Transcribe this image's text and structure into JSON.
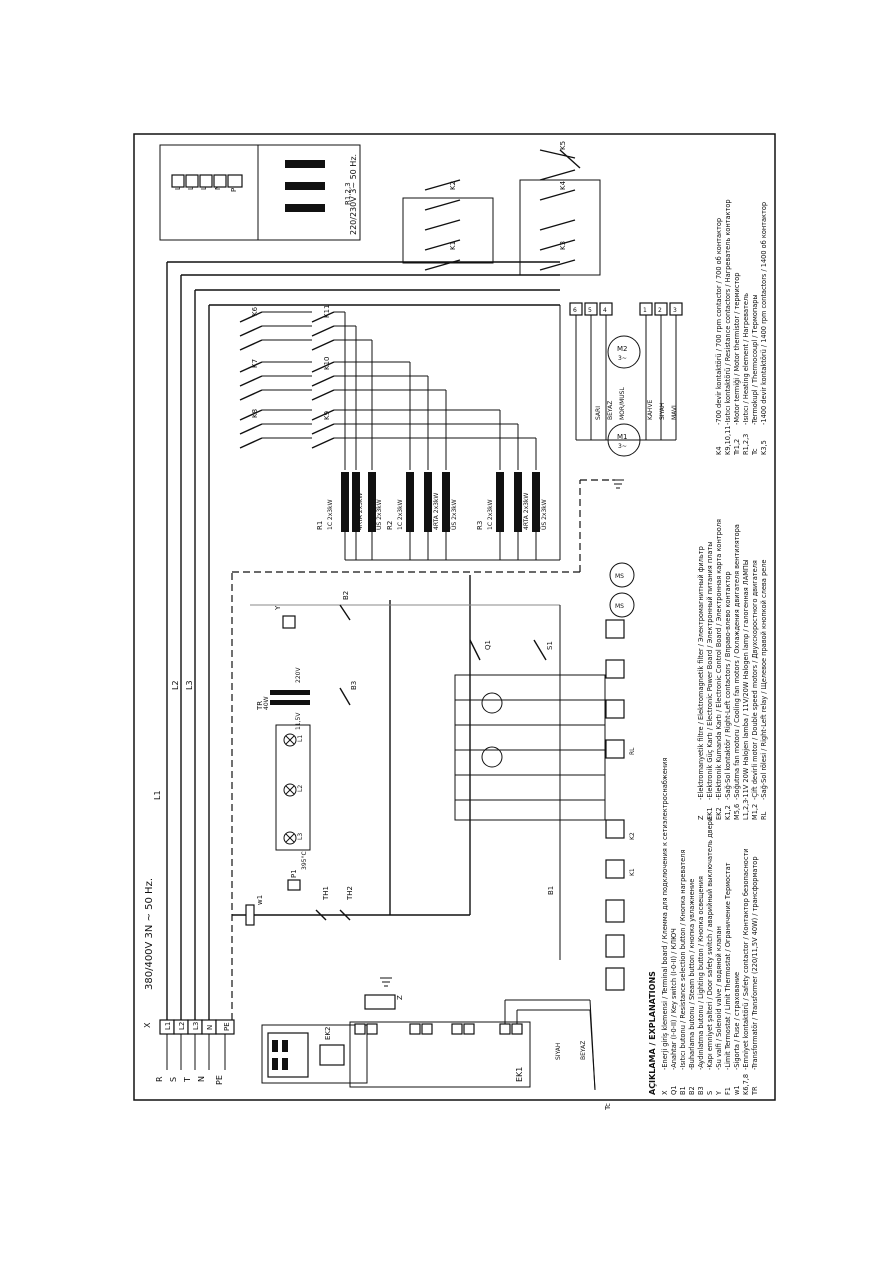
{
  "supply": {
    "main": "380/400V  3N  ~  50 Hz.",
    "aux": "220/230V 3~ 50 Hz.",
    "phase_labels": [
      "R",
      "S",
      "T",
      "N",
      "PE"
    ],
    "terminals": [
      "L1",
      "L2",
      "L3",
      "N",
      "PE"
    ],
    "aux_terminals": [
      "L1",
      "L2",
      "L3",
      "N",
      "PE"
    ],
    "bus": [
      "L1",
      "L2",
      "L3"
    ],
    "x": "X"
  },
  "components": {
    "ek1": "EK1",
    "ek2": "EK2",
    "q1": "Q1",
    "f1": "F1",
    "b1": "B1",
    "b2": "B2",
    "b3": "B3",
    "tr": "TR",
    "s1": "S1",
    "z": "Z",
    "k1": "K1",
    "k2": "K2",
    "k3": "K3",
    "k4": "K4",
    "k5": "K5",
    "k6": "K6",
    "k7": "K7",
    "k8": "K8",
    "k9": "K9",
    "k10": "K10",
    "k11": "K11",
    "m1": "M1",
    "m2": "M2",
    "r123": "R1,2,3",
    "tc": "Tc",
    "tr_220": "220V",
    "tr_11": "11,5V",
    "tr_va": "40W",
    "l1": "L1",
    "l2": "L2",
    "l3": "L3",
    "p1": "P1",
    "th1": "TH1",
    "th2": "TH2",
    "temp": "395°C",
    "y": "Y",
    "rl": "RL",
    "ms": "MS",
    "motor_rating": "3~",
    "cable_colors": [
      "SARI",
      "BEYAZ",
      "MOR/MUSL",
      "KAHVE",
      "SIYAH",
      "MAVI"
    ],
    "tc_wires": [
      "SIYAH",
      "BEYAZ"
    ],
    "heaters": [
      {
        "name": "R1",
        "type": "1C 2x3kW",
        "rows": [
          "1C  2x3kW",
          "4RTA 2x3kW",
          "ÜS 2x3kW"
        ]
      },
      {
        "name": "R2",
        "type": "1C 2x3kW",
        "rows": [
          "1C  2x3kW",
          "4RTA 2x3kW",
          "ÜS 2x3kW"
        ]
      },
      {
        "name": "R3",
        "type": "1C 2x3kW",
        "rows": [
          "1C  2x3kW",
          "4RTA 2x3kW",
          "ÜS 2x3kW"
        ]
      }
    ]
  },
  "legend_left": {
    "heading": "AÇIKLAMA / EXPLANATIONS",
    "items": [
      {
        "code": "X",
        "text": "-Enerji giriş klemensi   /  Terminal board / Клемма для подключения к сетиэлектроснабжения"
      },
      {
        "code": "Q1",
        "text": "-Anahtar (I-0-II) / Key switch (I-0-II) / КЛЮЧ"
      },
      {
        "code": "B1",
        "text": "-Isıtıcı butonu / Resistance selection button / Кнопка нагревателя"
      },
      {
        "code": "B2",
        "text": "-Buharlama butonu / Steam button / кнопка увлажнение"
      },
      {
        "code": "B3",
        "text": "-Aydınlatma butonu / Lighting button / Кнопка освещения"
      },
      {
        "code": "S",
        "text": "-Kapı emniyet şalteri / Door safety switch / аварийный выключатель двери"
      },
      {
        "code": "Y",
        "text": "-Su valfi / Solenoid valve / водяной клапан"
      },
      {
        "code": "F1",
        "text": "-Limit Termostat / Limit Thermostat / Ограничение Термостат"
      },
      {
        "code": "w1",
        "text": "-Sigorta / Fuse / страхование"
      },
      {
        "code": "K6,7,8",
        "text": "-Emniyet kontaktörü / Safety contactor / Контактор безопасности"
      },
      {
        "code": "TR",
        "text": "-Transformatör / Transformer (220/11,5V 40W) / трансформатор"
      }
    ]
  },
  "legend_mid": {
    "items": [
      {
        "code": "Z",
        "text": "-Elektromanyetik filtre / Elektromagnetik filter / Электромагнитный фильтр"
      },
      {
        "code": "EK1",
        "text": "-Elektronik Güç Kartı / Electronic Power Board / Электронный питания платы"
      },
      {
        "code": "EK2",
        "text": "-Elektronik Kumanda Kartı / Electronic Control Board / Электронная карта контроля"
      },
      {
        "code": "K1,2",
        "text": "-Sağ-Sol kontaktör / Right-Left contactors / Вправо-влево контактор"
      },
      {
        "code": "M5,6",
        "text": "-Soğutma fan motoru / Cooling fan motors / Охлаждения двигателя вентилятора"
      },
      {
        "code": "L1,2,3",
        "text": "-11V 20W Halojen lamba / 11V/20W Halogen lamp / галогенная ЛАМПЫ"
      },
      {
        "code": "M1,2",
        "text": "-Çift devirli motor / Double speed motors / Двухскоростного двигателя"
      },
      {
        "code": "RL",
        "text": "-Sağ-Sol rölesi / Right-Left relay / Щелевое правой кнопкой слева реле"
      }
    ]
  },
  "legend_right": {
    "items": [
      {
        "code": "K4",
        "text": "-700 devir kontaktörü / 700 rpm contactor / 700 об контактор"
      },
      {
        "code": "K9,10,11",
        "text": "-Isıtıcı kontaktörü / Resistance contactors / Нагреватель контактор"
      },
      {
        "code": "Tr1,2",
        "text": "-Motor termiği / Motor thermistor / термистор"
      },
      {
        "code": "R1,2,3",
        "text": "-Isıtıcı / Heating element / Нагреватель"
      },
      {
        "code": "Tc",
        "text": "-Termokupl / Thermocoupl / Термопары"
      },
      {
        "code": "K3,5",
        "text": "-1400 devir kontaktörü / 1400 rpm contactors / 1400 об контактор"
      }
    ]
  },
  "colors": {
    "ink": "#111111",
    "paper": "#ffffff",
    "gray": "#888888"
  }
}
